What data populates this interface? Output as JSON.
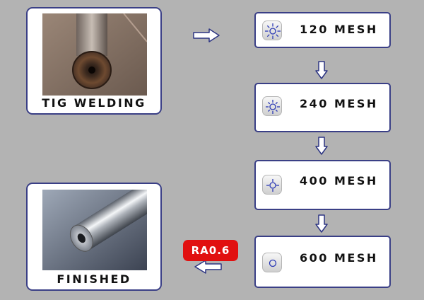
{
  "source": {
    "caption": "TIG WELDING"
  },
  "result": {
    "caption": "FINISHED"
  },
  "steps": [
    {
      "label": "120 MESH",
      "icon": "bright-sun-icon"
    },
    {
      "label": "240 MESH",
      "icon": "sun-icon"
    },
    {
      "label": "400 MESH",
      "icon": "crosshair-icon"
    },
    {
      "label": "600 MESH",
      "icon": "circle-icon"
    }
  ],
  "badge": {
    "label": "RA0.6",
    "color": "#e11010"
  },
  "colors": {
    "background": "#b3b3b3",
    "card_border": "#3a3f86",
    "icon_stroke": "#2a38b5"
  }
}
